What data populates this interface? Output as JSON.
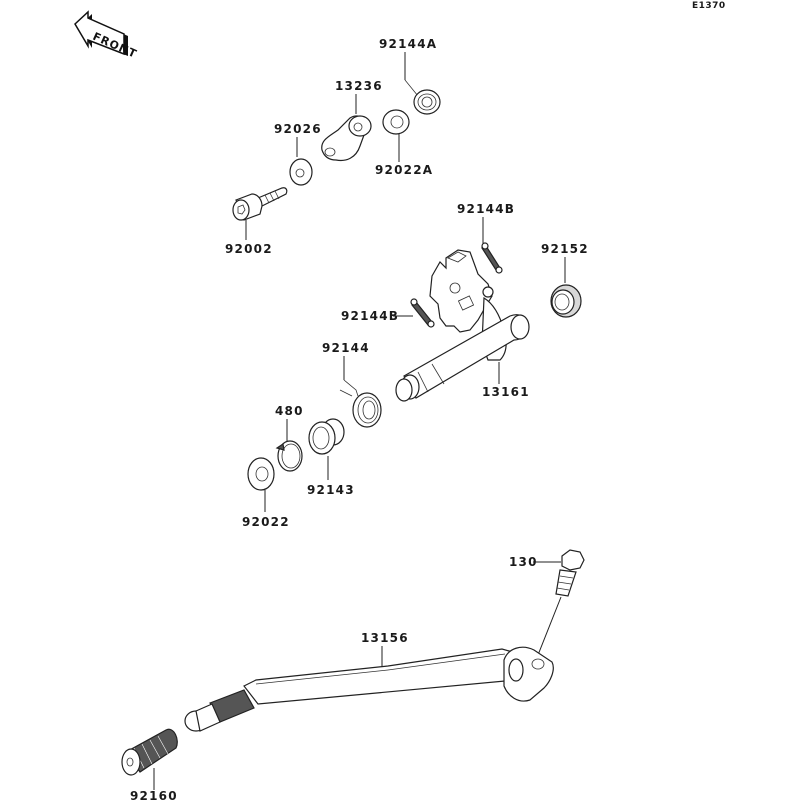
{
  "diagram": {
    "code": "E1370",
    "front_label": "FRONT",
    "parts": [
      {
        "id": "p92144A",
        "label": "92144A",
        "name": "spring"
      },
      {
        "id": "p13236",
        "label": "13236",
        "name": "lever"
      },
      {
        "id": "p92026",
        "label": "92026",
        "name": "spacer"
      },
      {
        "id": "p92022A",
        "label": "92022A",
        "name": "washer"
      },
      {
        "id": "p92002",
        "label": "92002",
        "name": "bolt"
      },
      {
        "id": "p92144B_top",
        "label": "92144B",
        "name": "spring"
      },
      {
        "id": "p92152",
        "label": "92152",
        "name": "oil-seal"
      },
      {
        "id": "p92144B_mid",
        "label": "92144B",
        "name": "spring"
      },
      {
        "id": "p92144",
        "label": "92144",
        "name": "spring"
      },
      {
        "id": "p13161",
        "label": "13161",
        "name": "shift-shaft"
      },
      {
        "id": "p480",
        "label": "480",
        "name": "circlip"
      },
      {
        "id": "p92143",
        "label": "92143",
        "name": "collar"
      },
      {
        "id": "p92022",
        "label": "92022",
        "name": "washer"
      },
      {
        "id": "p130",
        "label": "130",
        "name": "bolt"
      },
      {
        "id": "p13156",
        "label": "13156",
        "name": "shift-pedal"
      },
      {
        "id": "p92160",
        "label": "92160",
        "name": "rubber-grip"
      }
    ]
  }
}
